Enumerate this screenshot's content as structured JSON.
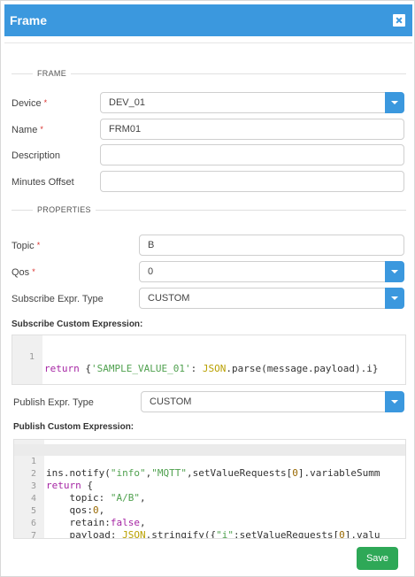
{
  "dialog": {
    "title": "Frame"
  },
  "frame_section": {
    "label": "FRAME"
  },
  "device": {
    "label": "Device",
    "value": "DEV_01"
  },
  "name": {
    "label": "Name",
    "value": "FRM01"
  },
  "description": {
    "label": "Description",
    "value": ""
  },
  "minutes_offset": {
    "label": "Minutes Offset",
    "value": ""
  },
  "properties_section": {
    "label": "PROPERTIES"
  },
  "topic": {
    "label": "Topic",
    "value": "B"
  },
  "qos": {
    "label": "Qos",
    "value": "0"
  },
  "subscribe_expr_type": {
    "label": "Subscribe Expr. Type",
    "value": "CUSTOM"
  },
  "subscribe_expression": {
    "title": "Subscribe Custom Expression:",
    "line_numbers": [
      "1"
    ],
    "lines": [
      "return {'SAMPLE_VALUE_01': JSON.parse(message.payload).i}"
    ]
  },
  "publish_expr_type": {
    "label": "Publish Expr. Type",
    "value": "CUSTOM"
  },
  "publish_expression": {
    "title": "Publish Custom Expression:",
    "line_numbers": [
      "1",
      "2",
      "3",
      "4",
      "5",
      "6",
      "7"
    ],
    "lines": [
      "ins.notify(\"info\",\"MQTT\",setValueRequests[0].variableSumm",
      "return {",
      "    topic: \"A/B\",",
      "    qos:0,",
      "    retain:false,",
      "    payload: JSON.stringify({\"i\":setValueRequests[0].valu",
      "}"
    ]
  },
  "required_marker": "*",
  "actions": {
    "save_label": "Save"
  },
  "colors": {
    "header": "#3b98de",
    "save": "#2ea857",
    "required": "#d9302c"
  }
}
